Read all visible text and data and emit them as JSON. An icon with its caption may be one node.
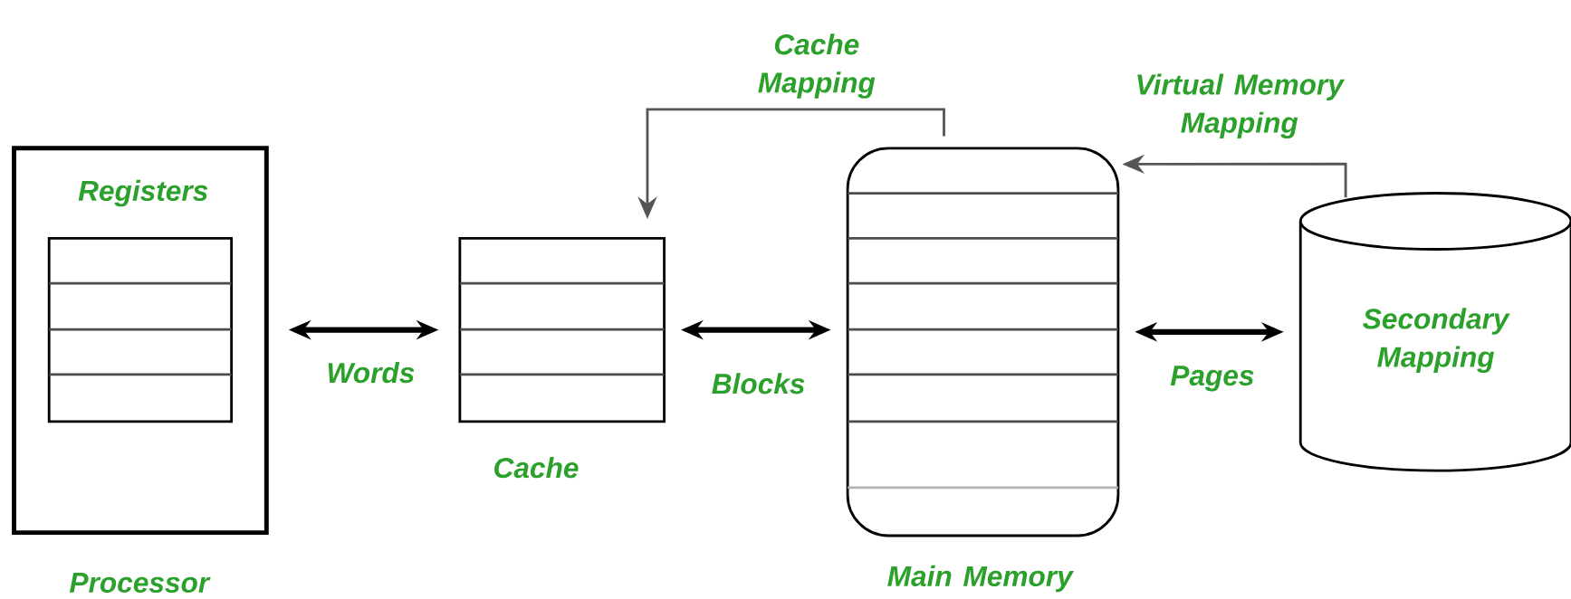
{
  "diagram": {
    "nodes": [
      {
        "text": [
          "Processor"
        ]
      },
      {
        "text": [
          "Registers"
        ],
        "in": 0
      },
      {
        "text": [
          "Cache"
        ]
      },
      {
        "text": [
          "Main Memory"
        ]
      },
      {
        "text": [
          "Secondary Mapping"
        ]
      }
    ],
    "edges": [
      {
        "from": 0,
        "to": 2,
        "arrow": "both",
        "label": "Words"
      },
      {
        "from": 2,
        "to": 3,
        "arrow": "both",
        "label": "Blocks"
      },
      {
        "from": 3,
        "to": 4,
        "arrow": "both",
        "label": "Pages"
      },
      {
        "from": 3,
        "to": 2,
        "arrow": "to",
        "label": "Cache Mapping",
        "color": "#555555"
      },
      {
        "from": 4,
        "to": 3,
        "arrow": "to",
        "label": "Virtual Memory Mapping",
        "color": "#555555"
      }
    ]
  }
}
